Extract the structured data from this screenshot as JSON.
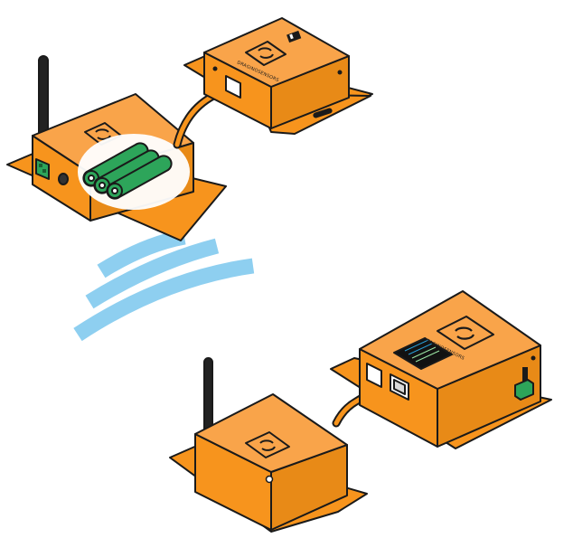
{
  "diagram": {
    "colors": {
      "orange": "#F7941D",
      "orange_top": "#F9A44A",
      "orange_dark": "#E07F10",
      "outline": "#1A1A1A",
      "battery_green": "#2DA55A",
      "wifi_blue": "#8ECFF0",
      "antenna": "#222222",
      "screen": "#121212"
    },
    "devices": [
      {
        "id": "battery-node",
        "label_on_device": ""
      },
      {
        "id": "remote-sensor-box",
        "label_on_device": "DRAGINOSENSORS"
      },
      {
        "id": "gateway-node",
        "label_on_device": ""
      },
      {
        "id": "display-sensor-box",
        "label_on_device": "DRAGINOSENSORS"
      }
    ],
    "icons": [
      "refresh-icon",
      "antenna-icon",
      "battery-pack-icon",
      "wifi-signal-icon",
      "cable-icon",
      "terminal-block-icon",
      "oled-screen-icon",
      "ethernet-port-icon"
    ]
  }
}
